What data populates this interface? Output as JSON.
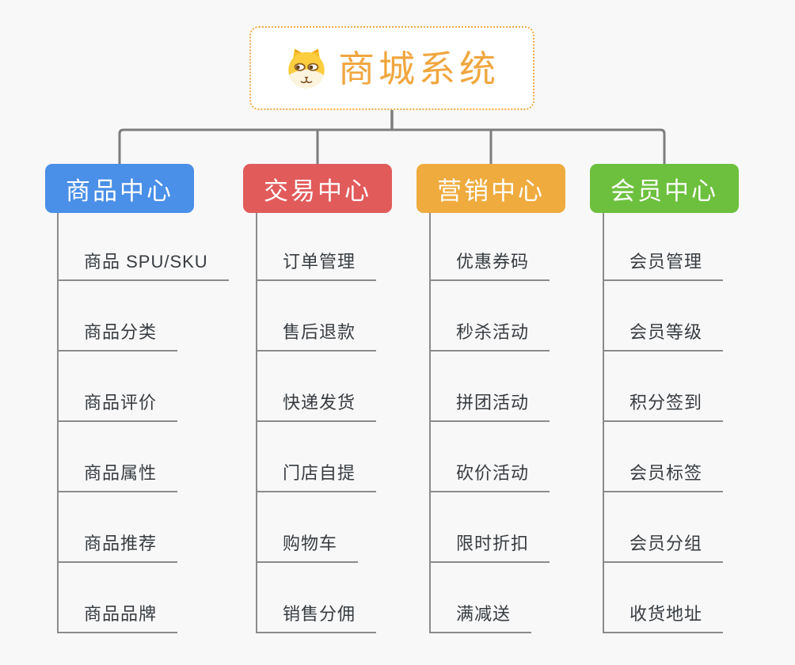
{
  "root": {
    "title": "商城系统",
    "icon": "dog-emoji-icon"
  },
  "branches": [
    {
      "label": "商品中心",
      "color": "#4a8fe8",
      "children": [
        "商品 SPU/SKU",
        "商品分类",
        "商品评价",
        "商品属性",
        "商品推荐",
        "商品品牌"
      ]
    },
    {
      "label": "交易中心",
      "color": "#e25b5b",
      "children": [
        "订单管理",
        "售后退款",
        "快递发货",
        "门店自提",
        "购物车",
        "销售分佣"
      ]
    },
    {
      "label": "营销中心",
      "color": "#efab3e",
      "children": [
        "优惠券码",
        "秒杀活动",
        "拼团活动",
        "砍价活动",
        "限时折扣",
        "满减送"
      ]
    },
    {
      "label": "会员中心",
      "color": "#6dc03e",
      "children": [
        "会员管理",
        "会员等级",
        "积分签到",
        "会员标签",
        "会员分组",
        "收货地址"
      ]
    }
  ],
  "colors": {
    "background": "#f8f8f8",
    "root_accent": "#f0a63f",
    "connector_line": "#7d7d7d",
    "child_line": "#8b8b8b",
    "child_text": "#373c41"
  }
}
